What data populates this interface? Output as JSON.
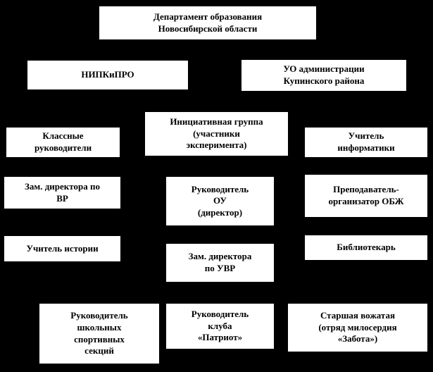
{
  "diagram": {
    "type": "organizational-chart",
    "background_color": "#000000",
    "box_fill_color": "#ffffff",
    "box_text_color": "#000000"
  },
  "nodes": [
    {
      "id": "department-of-education",
      "label": "Департамент образования\nНовосибирской области"
    },
    {
      "id": "nipkipro",
      "label": "НИПКиПРО"
    },
    {
      "id": "uo-administration",
      "label": "УО администрации\nКупинского района"
    },
    {
      "id": "initiative-group",
      "label": "Инициативная группа\n(участники\nэксперимента)"
    },
    {
      "id": "class-teachers",
      "label": "Классные\nруководители"
    },
    {
      "id": "informatics-teacher",
      "label": "Учитель\nинформатики"
    },
    {
      "id": "deputy-director-vr",
      "label": "Зам. директора по\nВР"
    },
    {
      "id": "school-head",
      "label": "Руководитель\nОУ\n(директор)"
    },
    {
      "id": "obzh-organizer",
      "label": "Преподаватель-\nорганизатор ОБЖ"
    },
    {
      "id": "history-teacher",
      "label": "Учитель истории"
    },
    {
      "id": "deputy-director-uvr",
      "label": "Зам. директора\nпо УВР"
    },
    {
      "id": "librarian",
      "label": "Библиотекарь"
    },
    {
      "id": "sports-sections-head",
      "label": "Руководитель\nшкольных\nспортивных\nсекций"
    },
    {
      "id": "patriot-club-head",
      "label": "Руководитель\nклуба\n«Патриот»"
    },
    {
      "id": "senior-counselor",
      "label": "Старшая вожатая\n(отряд милосердия\n«Забота»)"
    }
  ]
}
